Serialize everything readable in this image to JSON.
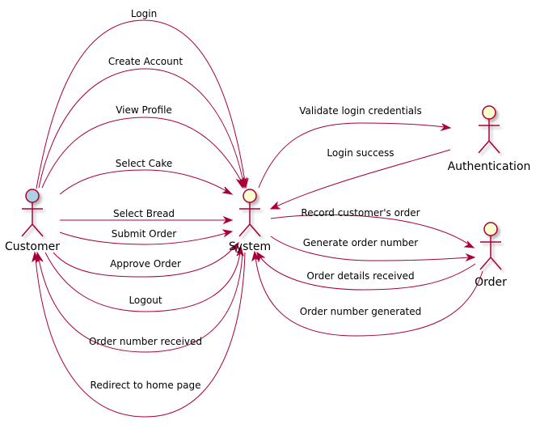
{
  "colors": {
    "line": "#A80036",
    "actor_fill": "#FEFECE",
    "customer_fill": "#ADD1E2",
    "shadow": "#C8C8C8"
  },
  "actors": {
    "customer": {
      "name": "Customer"
    },
    "system": {
      "name": "System"
    },
    "authentication": {
      "name": "Authentication"
    },
    "order": {
      "name": "Order"
    }
  },
  "edges": {
    "login": {
      "label": "Login",
      "from": "Customer",
      "to": "System"
    },
    "create_account": {
      "label": "Create Account",
      "from": "Customer",
      "to": "System"
    },
    "view_profile": {
      "label": "View Profile",
      "from": "Customer",
      "to": "System"
    },
    "select_cake": {
      "label": "Select Cake",
      "from": "Customer",
      "to": "System"
    },
    "select_bread": {
      "label": "Select Bread",
      "from": "Customer",
      "to": "System"
    },
    "submit_order": {
      "label": "Submit Order",
      "from": "Customer",
      "to": "System"
    },
    "approve_order": {
      "label": "Approve Order",
      "from": "Customer",
      "to": "System"
    },
    "logout": {
      "label": "Logout",
      "from": "Customer",
      "to": "System"
    },
    "order_number_received": {
      "label": "Order number received",
      "from": "System",
      "to": "Customer"
    },
    "redirect_home": {
      "label": "Redirect to home page",
      "from": "System",
      "to": "Customer"
    },
    "validate_login": {
      "label": "Validate login credentials",
      "from": "System",
      "to": "Authentication"
    },
    "login_success": {
      "label": "Login success",
      "from": "Authentication",
      "to": "System"
    },
    "record_order": {
      "label": "Record customer's order",
      "from": "System",
      "to": "Order"
    },
    "generate_number": {
      "label": "Generate order number",
      "from": "System",
      "to": "Order"
    },
    "order_details_received": {
      "label": "Order details received",
      "from": "Order",
      "to": "System"
    },
    "order_number_generated": {
      "label": "Order number generated",
      "from": "Order",
      "to": "System"
    }
  }
}
